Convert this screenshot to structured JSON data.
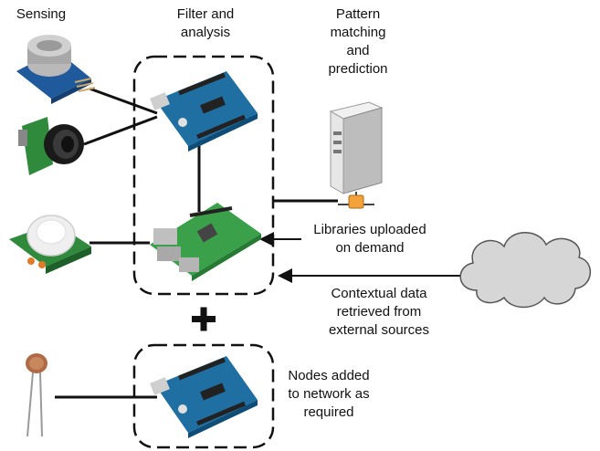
{
  "headings": {
    "sensing": "Sensing",
    "filter_line1": "Filter and",
    "filter_line2": "analysis",
    "pattern_line1": "Pattern",
    "pattern_line2": "matching",
    "pattern_line3": "and",
    "pattern_line4": "prediction"
  },
  "annotations": {
    "libraries_line1": "Libraries uploaded",
    "libraries_line2": "on demand",
    "contextual_line1": "Contextual data",
    "contextual_line2": "retrieved from",
    "contextual_line3": "external sources",
    "nodes_line1": "Nodes added",
    "nodes_line2": "to network as",
    "nodes_line3": "required",
    "plus_sign": "+"
  },
  "colors": {
    "board_blue": "#1f6fa3",
    "board_dark": "#0e4d78",
    "pi_green": "#3aa04a",
    "sensor_green": "#2f8a3c",
    "server_grey": "#d9dadc",
    "server_orange": "#f2a13b",
    "cloud_grey": "#d6d6d6"
  },
  "icons": {
    "gas_sensor": "gas-sensor-icon",
    "ultrasonic_sensor": "ultrasonic-sensor-icon",
    "pir_sensor": "pir-sensor-icon",
    "light_sensor": "photoresistor-icon",
    "arduino": "arduino-board-icon",
    "raspberry_pi": "raspberry-pi-icon",
    "server": "server-icon",
    "cloud": "cloud-icon"
  }
}
